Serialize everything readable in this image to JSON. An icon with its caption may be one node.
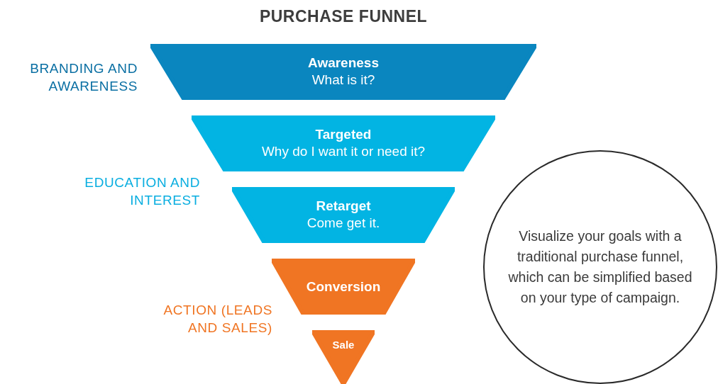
{
  "diagram": {
    "title": "PURCHASE FUNNEL",
    "nodes": [
      {
        "text": [
          "Awareness",
          "What is it?"
        ]
      },
      {
        "text": [
          "Targeted",
          "Why do I want it or need it?"
        ]
      },
      {
        "text": [
          "Retarget",
          "Come get it."
        ]
      },
      {
        "text": [
          "Conversion"
        ]
      },
      {
        "text": [
          "Sale"
        ]
      },
      {
        "text": [
          "Visualize your goals with a traditional purchase funnel, which can be simplified based on your type of campaign."
        ]
      }
    ],
    "labels": [
      "BRANDING AND AWARENESS",
      "EDUCATION AND INTEREST",
      "ACTION (LEADS AND SALES)"
    ]
  }
}
